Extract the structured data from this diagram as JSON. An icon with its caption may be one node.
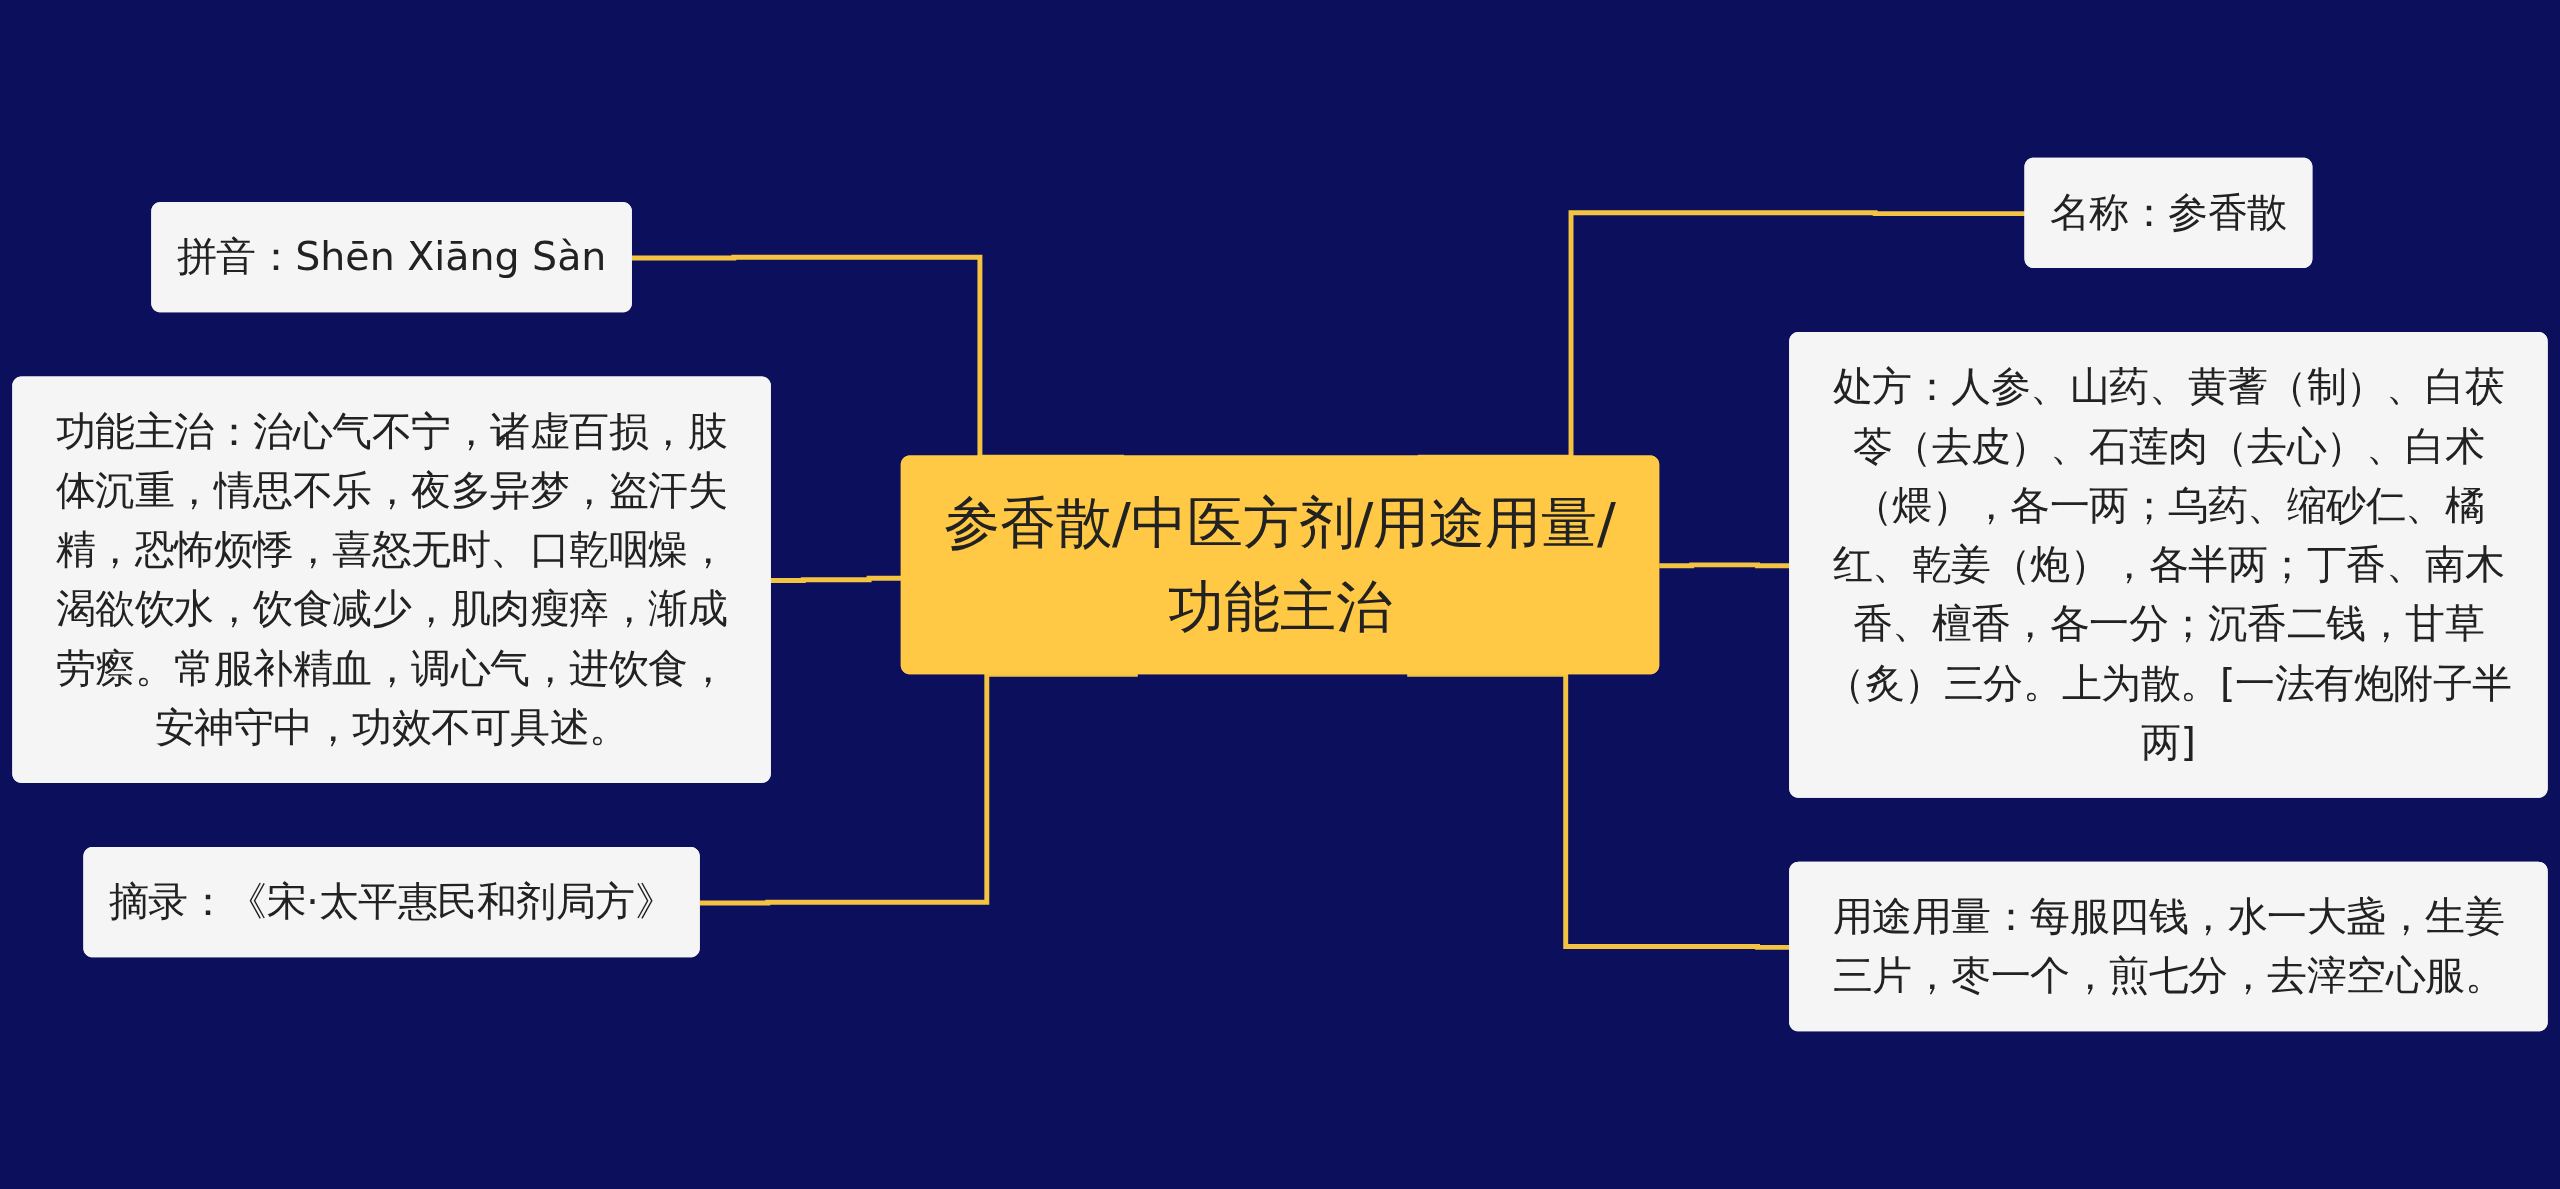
{
  "diagram": {
    "nodes": [
      {
        "text": [
          "参香散/中医方剂/用途用量/功能主治"
        ]
      },
      {
        "text": [
          "拼音：Shēn Xiāng Sàn"
        ]
      },
      {
        "text": [
          "功能主治：治心气不宁，诸虚百损，肢体沉重，情思不乐，夜多异梦，盗汗失精，恐怖烦悸，喜怒无时、口乾咽燥，渴欲饮水，饮食减少，肌肉瘦瘁，渐成劳瘵。常服补精血，调心气，进饮食，安神守中，功效不可具述。"
        ]
      },
      {
        "text": [
          "摘录：《宋·太平惠民和剂局方》"
        ]
      },
      {
        "text": [
          "名称：参香散"
        ]
      },
      {
        "text": [
          "处方：人参、山药、黄蓍（制）、白茯苓（去皮）、石莲肉（去心）、白术（煨），各一两；乌药、缩砂仁、橘红、乾姜（炮），各半两；丁香、南木香、檀香，各一分；沉香二钱，甘草（炙）三分。上为散。[一法有炮附子半两]"
        ]
      },
      {
        "text": [
          "用途用量：每服四钱，水一大盏，生姜三片，枣一个，煎七分，去滓空心服。"
        ]
      }
    ],
    "edges": [
      {
        "from": 1,
        "to": 0,
        "arrow": "none"
      },
      {
        "from": 2,
        "to": 0,
        "arrow": "none"
      },
      {
        "from": 3,
        "to": 0,
        "arrow": "none"
      },
      {
        "from": 0,
        "to": 4,
        "arrow": "none"
      },
      {
        "from": 0,
        "to": 5,
        "arrow": "none"
      },
      {
        "from": 0,
        "to": 6,
        "arrow": "none"
      }
    ]
  }
}
